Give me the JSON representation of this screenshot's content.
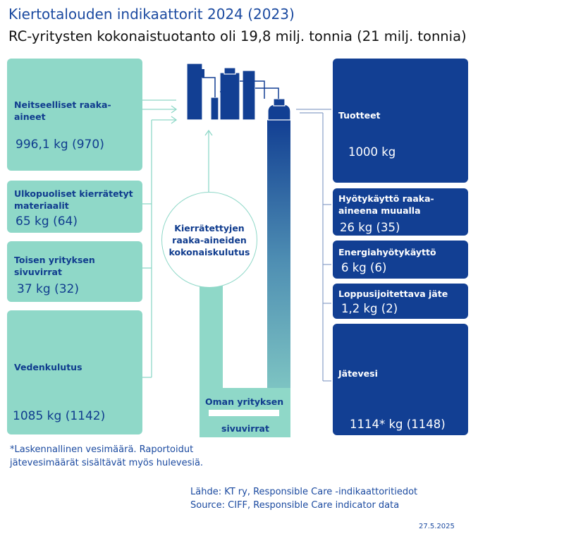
{
  "header": {
    "title": "Kiertotalouden indikaattorit 2024 (2023)",
    "subtitle": "RC-yritysten kokonaistuotanto oli 19,8 milj. tonnia (21 milj. tonnia)"
  },
  "inputs": [
    {
      "label": "Neitseelliset raaka-aineet",
      "value": "996,1 kg (970)"
    },
    {
      "label": "Ulkopuoliset kierrätetyt materiaalit",
      "value": "65 kg (64)"
    },
    {
      "label": "Toisen yrityksen sivuvirrat",
      "value": "37 kg (32)"
    },
    {
      "label": "Vedenkulutus",
      "value": "1085 kg (1142)"
    }
  ],
  "outputs": [
    {
      "label": "Tuotteet",
      "value": "1000 kg"
    },
    {
      "label": "Hyötykäyttö raaka-aineena muualla",
      "value": "26 kg (35)"
    },
    {
      "label": "Energiahyötykäyttö",
      "value": "6 kg (6)"
    },
    {
      "label": "Loppusijoitettava jäte",
      "value": "1,2 kg (2)"
    },
    {
      "label": "Jätevesi",
      "value": "1114* kg (1148)"
    }
  ],
  "circle": {
    "label": "Kierrätettyjen raaka-aineiden kokonaiskulutus"
  },
  "side_streams": {
    "line1": "Oman yrityksen",
    "line2": "sivuvirrat"
  },
  "footnote": "*Laskennallinen vesimäärä. Raportoidut jätevesimäärät sisältävät myös hulevesiä.",
  "source": {
    "fi": "Lähde: KT ry, Responsible Care -indikaattoritiedot",
    "en": "Source: CIFF, Responsible Care indicator data"
  },
  "date": "27.5.2025",
  "colors": {
    "input": "#8fd8c8",
    "output": "#123f93",
    "title": "#1b4aa0"
  }
}
